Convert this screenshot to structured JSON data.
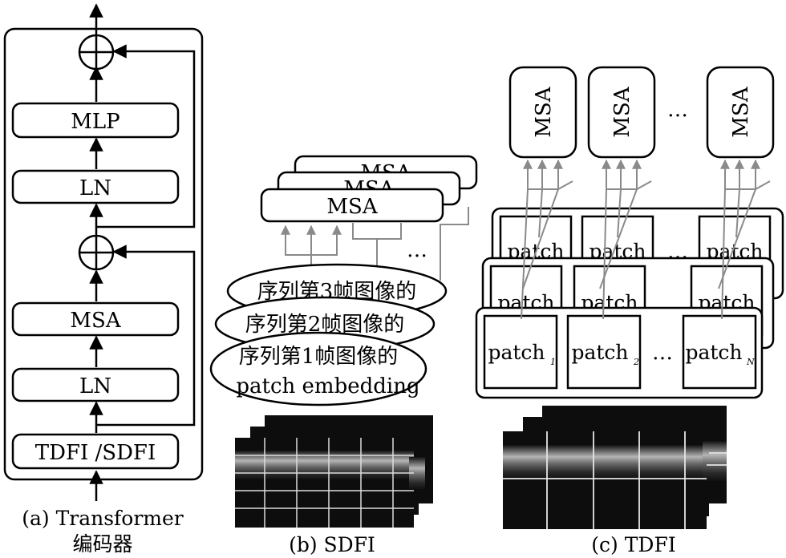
{
  "panel_a": {
    "blocks": [
      "TDFI /SDFI",
      "LN",
      "MSA",
      "LN",
      "MLP"
    ],
    "caption_line1": "(a) Transformer",
    "caption_line2": "编码器"
  },
  "panel_b": {
    "msa_label": "MSA",
    "ellipsis": "…",
    "embeddings": [
      "序列第3帧图像的",
      "序列第2帧图像的",
      "序列第1帧图像的"
    ],
    "embedding_sub": "patch embedding",
    "caption": "(b) SDFI"
  },
  "panel_c": {
    "msa_label": "MSA",
    "ellipsis": "…",
    "patch_label": "patch",
    "subscripts": [
      "1",
      "2",
      "N"
    ],
    "caption": "(c) TDFI"
  },
  "colors": {
    "line": "#000000",
    "arrow_gray": "#8a8a8a",
    "oct_dark": "#0a0a0a",
    "oct_tissue": "#9a9a9a"
  }
}
